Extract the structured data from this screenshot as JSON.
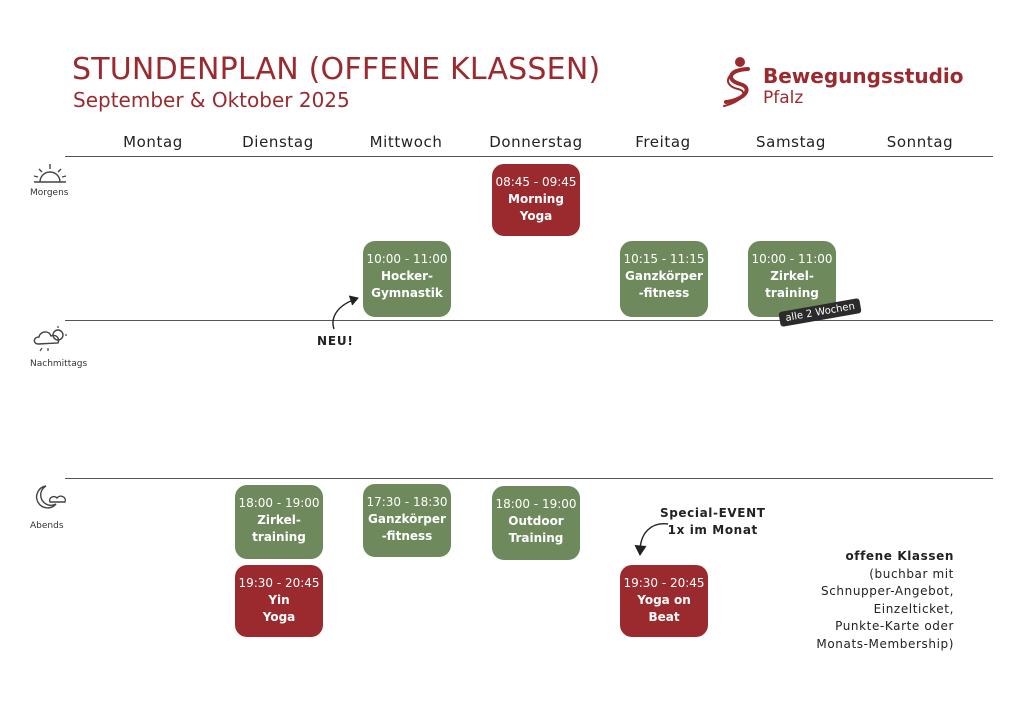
{
  "header": {
    "title": "STUNDENPLAN (OFFENE KLASSEN)",
    "subtitle": "September & Oktober 2025",
    "brand_name": "Bewegungsstudio",
    "brand_sub": "Pfalz",
    "brand_color": "#9b2a2f"
  },
  "days": [
    "Montag",
    "Dienstag",
    "Mittwoch",
    "Donnerstag",
    "Freitag",
    "Samstag",
    "Sonntag"
  ],
  "periods": {
    "morning": {
      "label": "Morgens",
      "icon": "sunrise-icon"
    },
    "afternoon": {
      "label": "Nachmittags",
      "icon": "cloud-sun-icon"
    },
    "evening": {
      "label": "Abends",
      "icon": "moon-cloud-icon"
    }
  },
  "classes": {
    "thu_morning_yoga": {
      "time": "08:45 - 09:45",
      "name1": "Morning",
      "name2": "Yoga",
      "color": "#9b2a2f"
    },
    "wed_hocker": {
      "time": "10:00 - 11:00",
      "name1": "Hocker-",
      "name2": "Gymnastik",
      "color": "#6e8a5d"
    },
    "fri_ganzkoerper": {
      "time": "10:15 - 11:15",
      "name1": "Ganzkörper",
      "name2": "-fitness",
      "color": "#6e8a5d"
    },
    "sat_zirkel": {
      "time": "10:00 - 11:00",
      "name1": "Zirkel-",
      "name2": "training",
      "color": "#6e8a5d"
    },
    "tue_zirkel": {
      "time": "18:00 - 19:00",
      "name1": "Zirkel-",
      "name2": "training",
      "color": "#6e8a5d"
    },
    "wed_ganzkoerper": {
      "time": "17:30 - 18:30",
      "name1": "Ganzkörper",
      "name2": "-fitness",
      "color": "#6e8a5d"
    },
    "thu_outdoor": {
      "time": "18:00 - 19:00",
      "name1": "Outdoor",
      "name2": "Training",
      "color": "#6e8a5d"
    },
    "tue_yin": {
      "time": "19:30 - 20:45",
      "name1": "Yin",
      "name2": "Yoga",
      "color": "#9b2a2f"
    },
    "fri_beat": {
      "time": "19:30 - 20:45",
      "name1": "Yoga on",
      "name2": "Beat",
      "color": "#9b2a2f"
    }
  },
  "notes": {
    "badge": "alle 2 Wochen",
    "neu": "NEU!",
    "special_line1": "Special-EVENT",
    "special_line2": "1x im Monat"
  },
  "info": {
    "head": "offene Klassen",
    "lines": [
      "(buchbar mit",
      "Schnupper-Angebot,",
      "Einzelticket,",
      "Punkte-Karte oder",
      "Monats-Membership)"
    ]
  }
}
